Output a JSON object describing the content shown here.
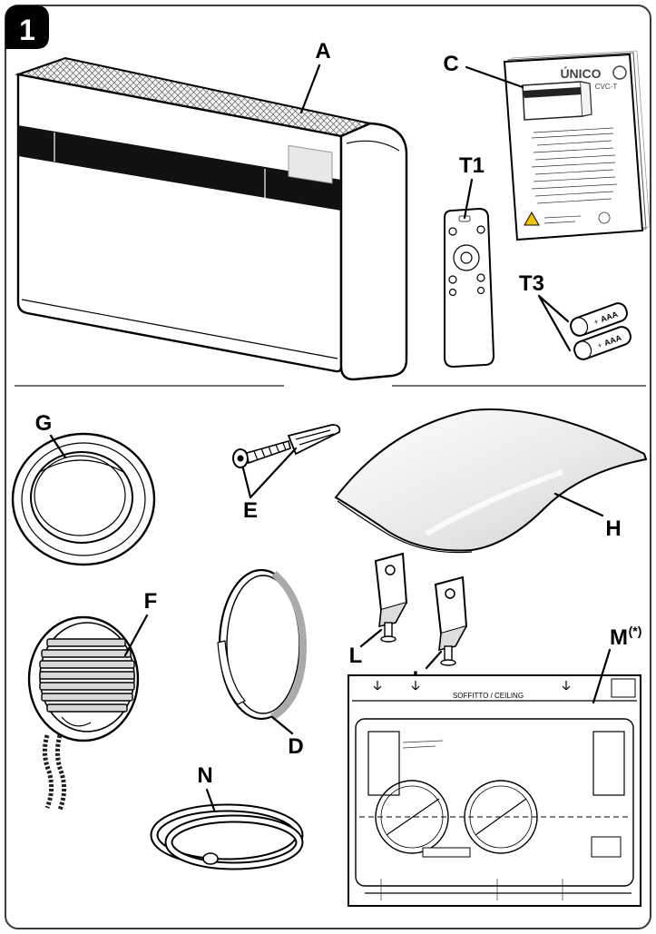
{
  "figure": {
    "step_number": "1",
    "labels": {
      "A": "A",
      "C": "C",
      "T1": "T1",
      "T3": "T3",
      "G": "G",
      "E": "E",
      "H": "H",
      "F": "F",
      "D": "D",
      "L1": "L",
      "L2": "L",
      "M": "M",
      "M_note": "(*)",
      "N": "N"
    },
    "manual": {
      "brand": "ÚNICO",
      "model": "CVC-T"
    },
    "battery": {
      "type": "AAA",
      "plus": "+"
    },
    "template": {
      "header": "SOFFITTO / CEILING"
    }
  },
  "colors": {
    "ink": "#000000",
    "paper": "#ffffff",
    "frame": "#3a3a3a",
    "shade": "#bdbdbd",
    "grille": "#d9d9d9"
  }
}
